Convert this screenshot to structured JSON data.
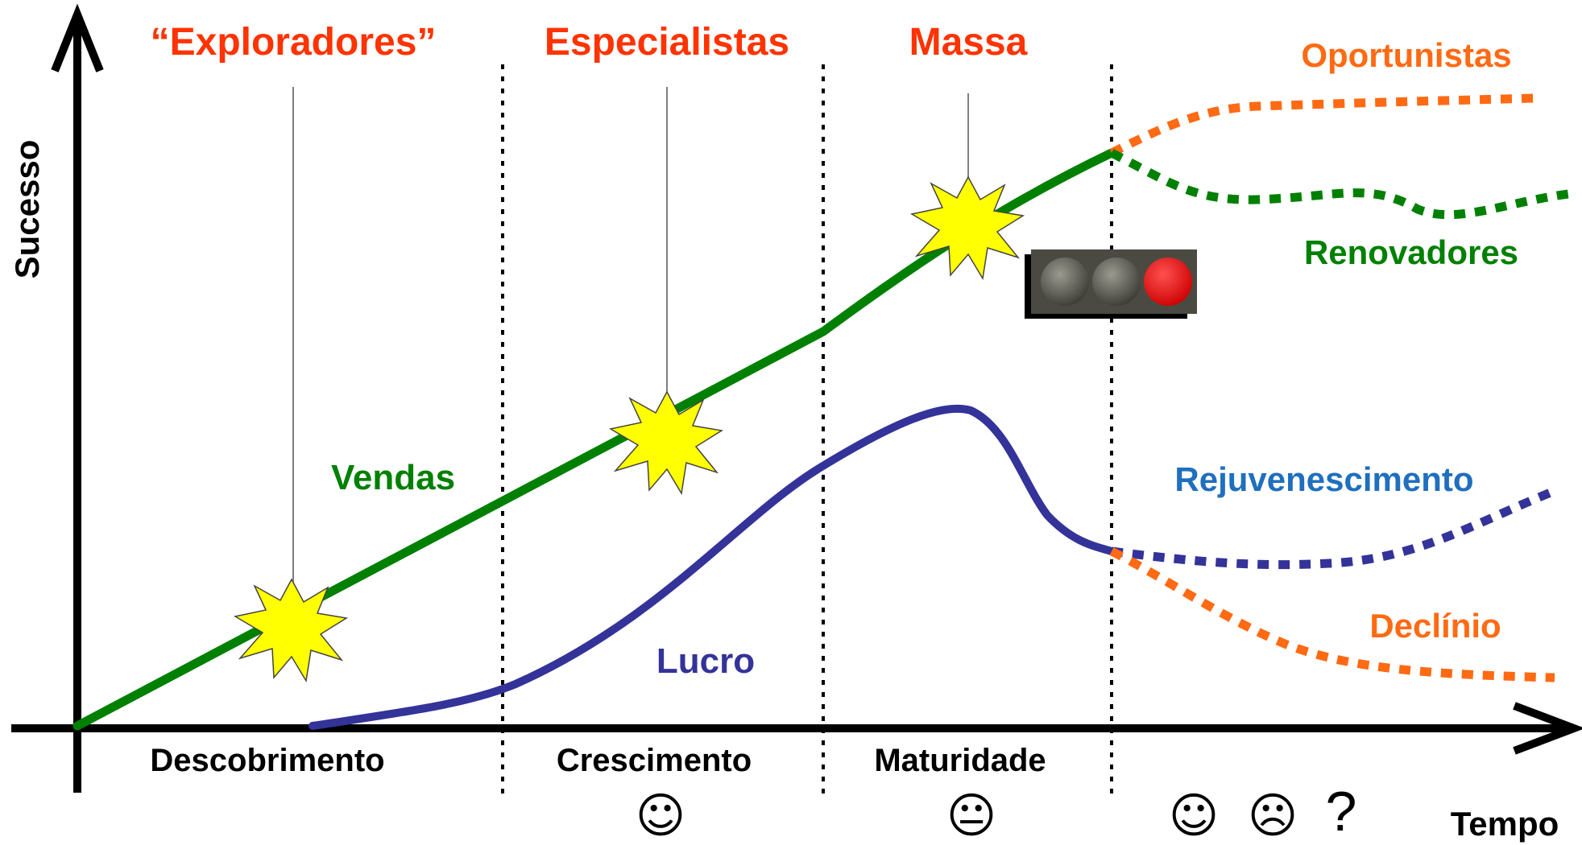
{
  "axes": {
    "y_label": "Sucesso",
    "x_label": "Tempo"
  },
  "segments": [
    {
      "id": "exploradores",
      "label": "“Exploradores”"
    },
    {
      "id": "especialistas",
      "label": "Especialistas"
    },
    {
      "id": "massa",
      "label": "Massa"
    }
  ],
  "phases": [
    {
      "id": "descobrimento",
      "label": "Descobrimento"
    },
    {
      "id": "crescimento",
      "label": "Crescimento"
    },
    {
      "id": "maturidade",
      "label": "Maturidade"
    }
  ],
  "curves": {
    "sales": {
      "label": "Vendas",
      "color": "#008000"
    },
    "profit": {
      "label": "Lucro",
      "color": "#333399"
    }
  },
  "branches": {
    "opportunists": {
      "label": "Oportunistas",
      "color": "#ff6a13"
    },
    "renewers": {
      "label": "Renovadores",
      "color": "#008000"
    },
    "rejuvenation": {
      "label": "Rejuvenescimento",
      "color": "#1f6fbf"
    },
    "decline": {
      "label": "Declínio",
      "color": "#ff6a13"
    }
  },
  "faces": {
    "growth": "☺",
    "maturity": "😐",
    "future_happy": "☺",
    "future_sad": "☹",
    "future_question": "?"
  },
  "icons": {
    "burst": "starburst-icon",
    "traffic_light": "traffic-light-icon",
    "traffic_light_active": "red"
  }
}
